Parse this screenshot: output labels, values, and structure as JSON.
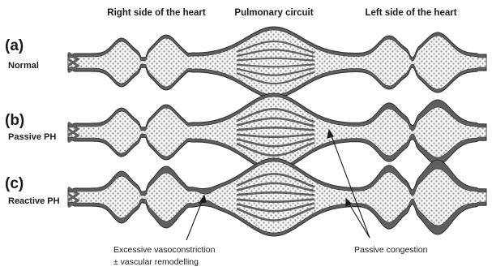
{
  "column_headers": {
    "right": "Right side of the heart",
    "pulmonary": "Pulmonary circuit",
    "left": "Left side of the heart"
  },
  "rows": [
    {
      "letter": "(a)",
      "label": "Normal"
    },
    {
      "letter": "(b)",
      "label": "Passive PH"
    },
    {
      "letter": "(c)",
      "label": "Reactive PH"
    }
  ],
  "annotations": {
    "constriction_line1": "Excessive vasoconstriction",
    "constriction_line2": "± vascular remodelling",
    "congestion": "Passive congestion"
  },
  "colors": {
    "wall": "#5f5f5f",
    "wall_edge": "#2b2b2b",
    "lumen": "#f6f6f6",
    "dots": "#9a9a9a"
  }
}
